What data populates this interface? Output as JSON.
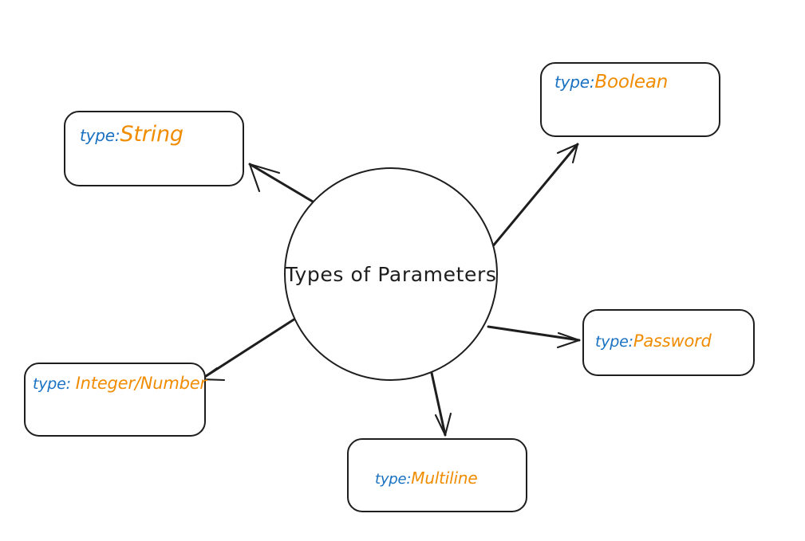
{
  "diagram": {
    "title": "Types of Parameters",
    "type": "mind-map",
    "background_color": "#ffffff",
    "stroke_color": "#1e1e1e",
    "key_color": "#1971c2",
    "value_color": "#f08c00",
    "center": {
      "label": "Types of Parameters",
      "shape": "circle"
    },
    "nodes": [
      {
        "id": "string",
        "key": "type:",
        "value": "String",
        "shape": "rounded-rect",
        "position": "top-left"
      },
      {
        "id": "boolean",
        "key": "type:",
        "value": "Boolean",
        "shape": "rounded-rect",
        "position": "top-right"
      },
      {
        "id": "password",
        "key": "type:",
        "value": "Password",
        "shape": "rounded-rect",
        "position": "right"
      },
      {
        "id": "integer",
        "key": "type: ",
        "value": "Integer/Number",
        "shape": "rounded-rect",
        "position": "bottom-left"
      },
      {
        "id": "multiline",
        "key": "type:",
        "value": "Multiline",
        "shape": "rounded-rect",
        "position": "bottom"
      }
    ],
    "edges": [
      {
        "from": "center",
        "to": "string",
        "style": "arrow",
        "direction": "outward"
      },
      {
        "from": "center",
        "to": "boolean",
        "style": "arrow",
        "direction": "outward"
      },
      {
        "from": "center",
        "to": "password",
        "style": "arrow",
        "direction": "outward"
      },
      {
        "from": "center",
        "to": "integer",
        "style": "arrow",
        "direction": "outward"
      },
      {
        "from": "center",
        "to": "multiline",
        "style": "arrow",
        "direction": "outward"
      }
    ]
  }
}
